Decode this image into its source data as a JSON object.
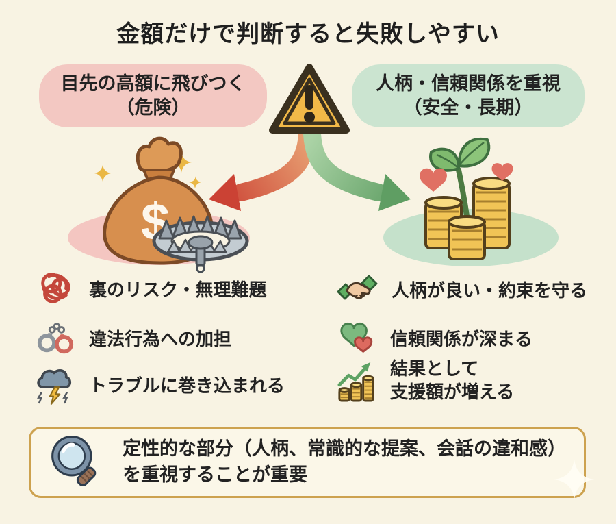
{
  "title": "金額だけで判断すると失敗しやすい",
  "left_branch": {
    "label_line1": "目先の高額に飛びつく",
    "label_line2": "（危険）",
    "money_symbol": "$",
    "items": [
      {
        "icon": "tangled-thread-icon",
        "text": "裏のリスク・無理難題"
      },
      {
        "icon": "handcuffs-icon",
        "text": "違法行為への加担"
      },
      {
        "icon": "storm-cloud-icon",
        "text": "トラブルに巻き込まれる"
      }
    ]
  },
  "right_branch": {
    "label_line1": "人柄・信頼関係を重視",
    "label_line2": "（安全・長期）",
    "items": [
      {
        "icon": "handshake-icon",
        "text": "人柄が良い・約束を守る"
      },
      {
        "icon": "two-hearts-icon",
        "text": "信頼関係が深まる"
      },
      {
        "icon": "growth-chart-icon",
        "text_line1": "結果として",
        "text_line2": "支援額が増える"
      }
    ]
  },
  "footer": {
    "icon": "magnifier-icon",
    "line1": "定性的な部分（人柄、常識的な提案、会話の違和感）",
    "line2": "を重視することが重要"
  },
  "colors": {
    "background": "#f8f3e3",
    "danger_pill": "#f3c8c2",
    "safe_pill": "#cbe4d0",
    "danger_arrow": "#cb4234",
    "safe_arrow": "#5f9e63",
    "warning_triangle": "#f2b948",
    "footer_border": "#cda24f",
    "text": "#222222"
  }
}
